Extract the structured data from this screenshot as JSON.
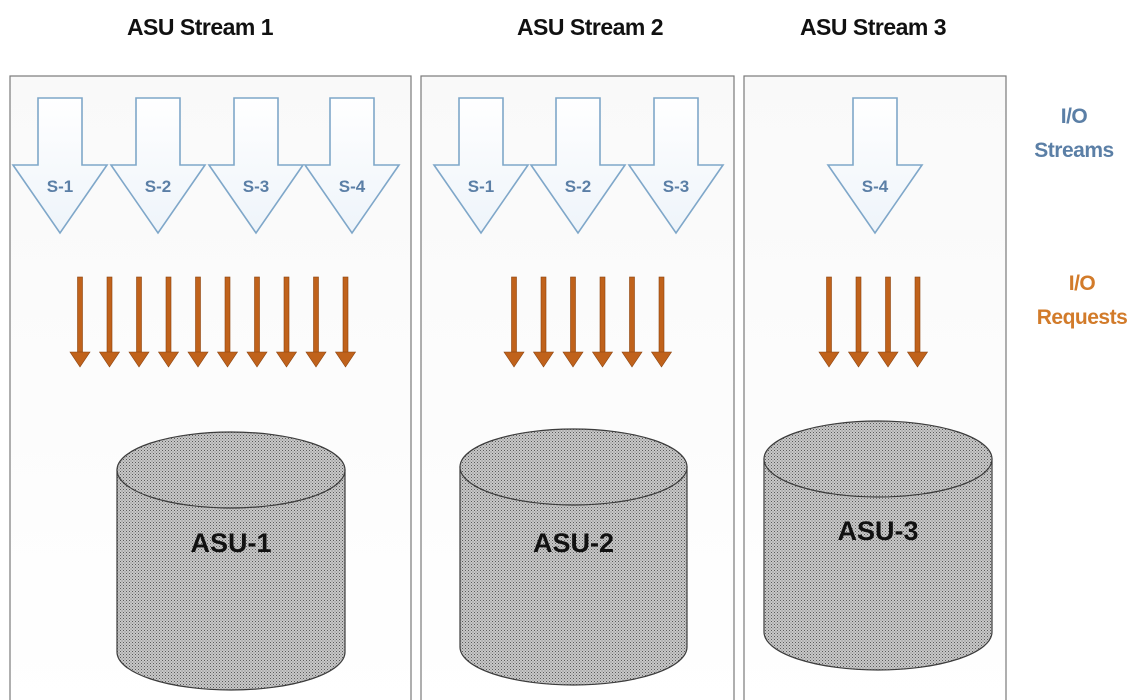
{
  "colors": {
    "stream_arrow_stroke": "#7fa7c9",
    "stream_label": "#5b7fa6",
    "request_arrow": "#c0621b",
    "legend_streams": "#5b7fa6",
    "legend_requests": "#d27b2a",
    "disk_fill": "#b9b9b9"
  },
  "columns": [
    {
      "title": "ASU Stream 1",
      "streams": [
        "S-1",
        "S-2",
        "S-3",
        "S-4"
      ],
      "request_count": 10,
      "asu_label": "ASU-1"
    },
    {
      "title": "ASU Stream 2",
      "streams": [
        "S-1",
        "S-2",
        "S-3"
      ],
      "request_count": 6,
      "asu_label": "ASU-2"
    },
    {
      "title": "ASU Stream 3",
      "streams": [
        "S-4"
      ],
      "request_count": 4,
      "asu_label": "ASU-3"
    }
  ],
  "legend": {
    "streams": [
      "I/O",
      "Streams"
    ],
    "requests": [
      "I/O",
      "Requests"
    ]
  }
}
